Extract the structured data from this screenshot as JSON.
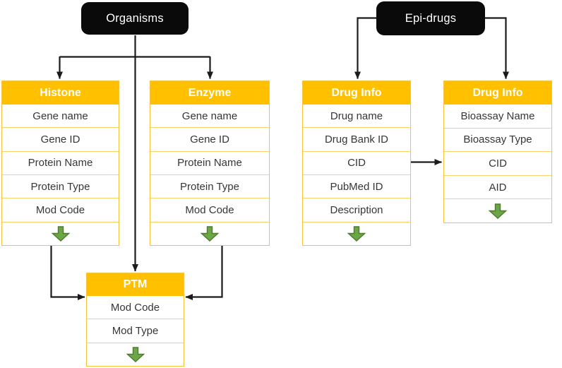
{
  "nodes": [
    {
      "id": "organisms",
      "label": "Organisms"
    },
    {
      "id": "epi-drugs",
      "label": "Epi-drugs"
    }
  ],
  "tables": [
    {
      "id": "histone",
      "title": "Histone",
      "rows": [
        "Gene name",
        "Gene ID",
        "Protein Name",
        "Protein Type",
        "Mod Code"
      ],
      "has_more_rows_arrow": true
    },
    {
      "id": "enzyme",
      "title": "Enzyme",
      "rows": [
        "Gene name",
        "Gene ID",
        "Protein Name",
        "Protein Type",
        "Mod Code"
      ],
      "has_more_rows_arrow": true
    },
    {
      "id": "drug-info-1",
      "title": "Drug Info",
      "rows": [
        "Drug name",
        "Drug Bank ID",
        "CID",
        "PubMed ID",
        "Description"
      ],
      "has_more_rows_arrow": true
    },
    {
      "id": "drug-info-2",
      "title": "Drug Info",
      "rows": [
        "Bioassay Name",
        "Bioassay Type",
        "CID",
        "AID"
      ],
      "has_more_rows_arrow": true
    },
    {
      "id": "ptm",
      "title": "PTM",
      "rows": [
        "Mod Code",
        "Mod Type"
      ],
      "has_more_rows_arrow": true
    }
  ],
  "edges": [
    {
      "from": "organisms",
      "to": "histone"
    },
    {
      "from": "organisms",
      "to": "enzyme"
    },
    {
      "from": "organisms",
      "to": "ptm"
    },
    {
      "from": "histone",
      "to": "ptm"
    },
    {
      "from": "enzyme",
      "to": "ptm"
    },
    {
      "from": "epi-drugs",
      "to": "drug-info-1"
    },
    {
      "from": "epi-drugs",
      "to": "drug-info-2"
    },
    {
      "from": "drug-info-1.CID",
      "to": "drug-info-2.CID"
    }
  ],
  "icons": {
    "more_rows": "green-down-arrow"
  },
  "theme": {
    "header_bg": "#FFC000",
    "header_text": "#FFFFFF",
    "row_text": "#363636",
    "table_border": "#F6C340",
    "row_divider": "#FAD46B",
    "node_bg": "#0A0A0A",
    "node_text": "#FFFFFF",
    "connector": "#1B1B1B",
    "arrow_green_fill": "#6CA747",
    "arrow_green_stroke": "#4F7A2F"
  }
}
